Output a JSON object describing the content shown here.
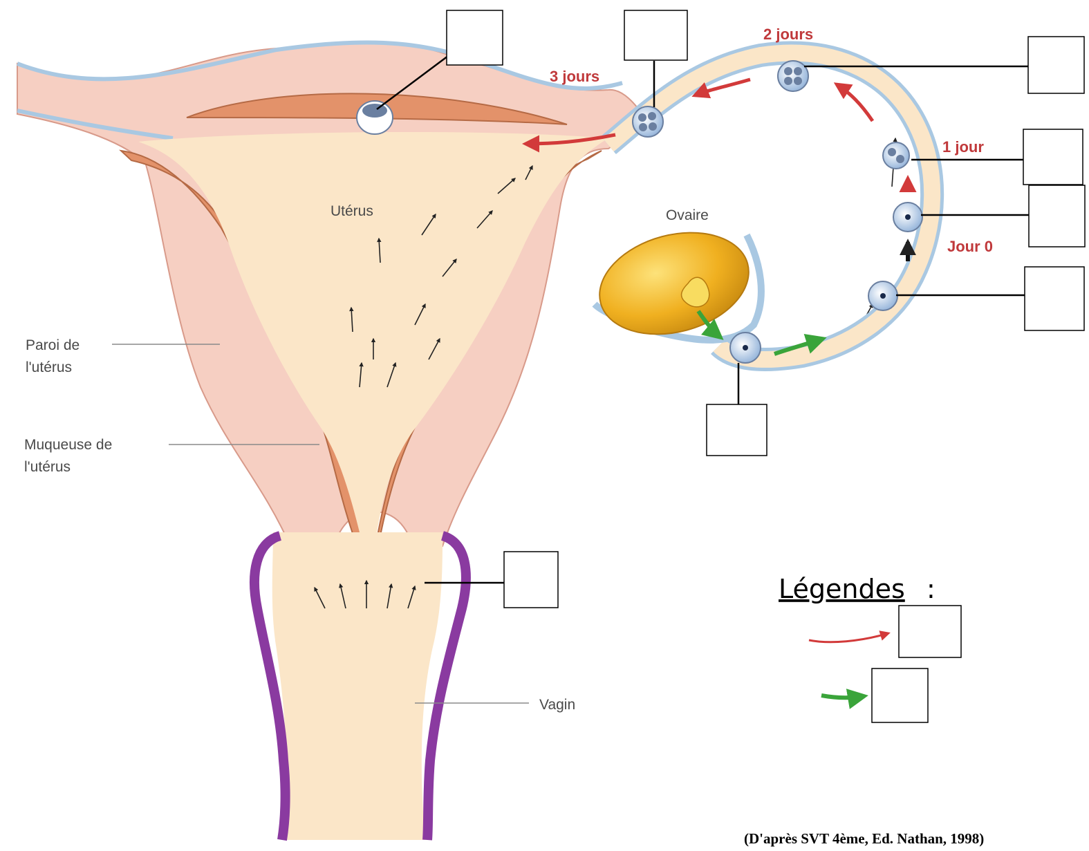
{
  "labels": {
    "uterus": "Utérus",
    "ovary": "Ovaire",
    "wall_line1": "Paroi de",
    "wall_line2": "l'utérus",
    "mucosa_line1": "Muqueuse de",
    "mucosa_line2": "l'utérus",
    "vagina": "Vagin"
  },
  "days": {
    "d3": "3 jours",
    "d2": "2 jours",
    "d1": "1 jour",
    "d0": "Jour 0"
  },
  "legend": {
    "title": "Légendes",
    "colon": ":"
  },
  "source": "(D'après SVT 4ème, Ed. Nathan, 1998)",
  "colors": {
    "uterus_wall": "#f6cfc2",
    "mucosa": "#e3926a",
    "cavity": "#fbe6c8",
    "tube_blue": "#a9c8e2",
    "ovary": "#f0b020",
    "vagina_purple": "#8a3aa0",
    "red_arrow": "#d23a3a",
    "green_arrow": "#3aa43a"
  }
}
